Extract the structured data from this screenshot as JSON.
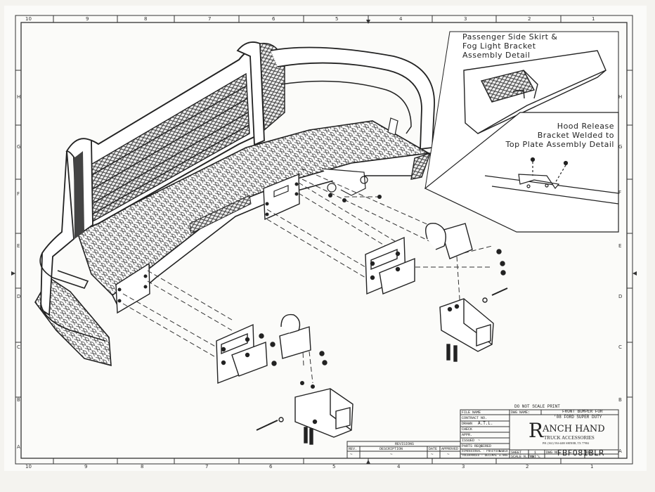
{
  "detail_labels": {
    "passenger": [
      "Passenger Side Skirt &",
      "Fog Light Bracket",
      "Assembly Detail"
    ],
    "hood": [
      "Hood Release",
      "Bracket Welded to",
      "Top Plate Assembly Detail"
    ]
  },
  "zones": {
    "columns_top": [
      "10",
      "9",
      "8",
      "7",
      "6",
      "5",
      "4",
      "3",
      "2",
      "1"
    ],
    "columns_bottom": [
      "10",
      "9",
      "8",
      "7",
      "6",
      "5",
      "4",
      "3",
      "2",
      "1"
    ],
    "rows_right": [
      "H",
      "G",
      "F",
      "E",
      "D",
      "C",
      "B",
      "A"
    ],
    "rows_left": [
      "H",
      "G",
      "F",
      "E",
      "D",
      "C",
      "B",
      "A"
    ]
  },
  "title_block": {
    "note": "DO NOT SCALE PRINT",
    "fields": {
      "file_name": "FILE NAME",
      "contract_no": "CONTRACT NO.",
      "drawn": "DRAWN",
      "drawn_by": "A.T.L.",
      "check": "CHECK",
      "appr": "APPR.",
      "issued": "ISSUED",
      "issued_value": "~",
      "parts_required": "PARTS REQUIRED",
      "parts_value": "1",
      "dims": "DIMENSIONAL - FRACTIONAL",
      "dims_tol": "±.010",
      "tolerances": "TOLERANCES - DECIMAL",
      "tol_val": "±.005",
      "sheet_label": "SHEET",
      "sheet_value": "1",
      "scale": "SCALE N.T.S.",
      "matl": "MAT'L"
    },
    "dwg_name_label": "DWG NAME:",
    "dwg_name_1": "FRONT BUMPER FOR",
    "dwg_name_2": "'08 FORD SUPER DUTY",
    "company_initial": "R",
    "company_name": "ANCH HAND",
    "company_sub": "TRUCK ACCESSORIES",
    "company_addr": "PH. (361) 594-4400  SHINER, TX 77984",
    "dwg_no_label": "DWG NO.",
    "dwg_no": "FBF081BLR",
    "rev_label": "REV.",
    "rev_value": "~",
    "revisions_title": "REVISIONS",
    "rev_cols": [
      "REV.",
      "DESCRIPTION",
      "DATE",
      "APPROVED"
    ],
    "rev_row": [
      "~",
      "~",
      "~",
      "~"
    ]
  }
}
